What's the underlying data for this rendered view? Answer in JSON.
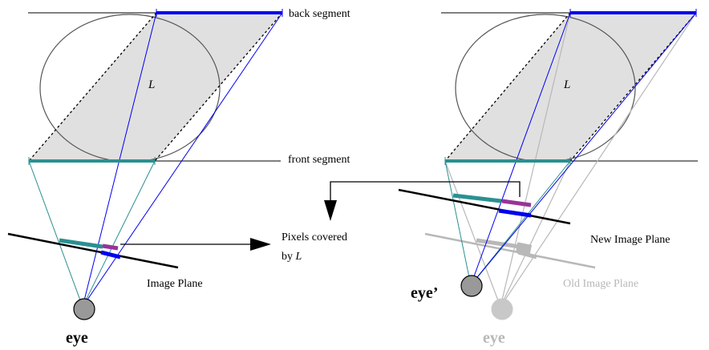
{
  "labels": {
    "back_segment": "back segment",
    "front_segment": "front segment",
    "L_left": "L",
    "L_right": "L",
    "pixels_line1": "Pixels covered",
    "pixels_line2_prefix": "by ",
    "pixels_line2_var": "L",
    "image_plane": "Image Plane",
    "new_image_plane": "New Image Plane",
    "old_image_plane": "Old Image Plane",
    "eye_left": "eye",
    "eye_prime": "eye’",
    "eye_old": "eye"
  },
  "colors": {
    "segment_blue": "#0000ee",
    "segment_teal": "#2a9090",
    "parallelogram_fill": "#e0e0e0",
    "old_gray": "#b8b8b8",
    "purple": "#993399",
    "eye_fill": "#999999"
  }
}
